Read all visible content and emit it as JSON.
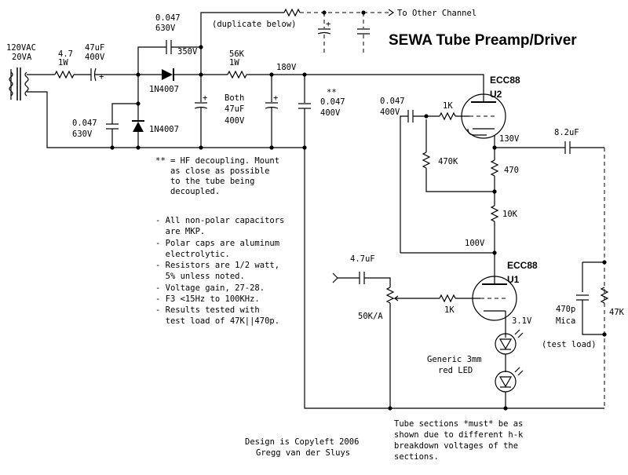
{
  "title": "SEWA Tube Preamp/Driver",
  "mains": {
    "line1": "120VAC",
    "line2": "20VA"
  },
  "components": {
    "r_in_value": "4.7",
    "r_in_rating": "1W",
    "c_in_value": "47uF",
    "c_in_rating": "400V",
    "c_bypass_top_value": "0.047",
    "c_bypass_top_rating": "630V",
    "c_bypass_left_value": "0.047",
    "c_bypass_left_rating": "630V",
    "diode_top": "1N4007",
    "diode_bottom": "1N4007",
    "r_56k_value": "56K",
    "r_56k_rating": "1W",
    "both_caps_1": "Both",
    "both_caps_2": "47uF",
    "both_caps_3": "400V",
    "c_hf_mark": "**",
    "c_hf_value": "0.047",
    "c_hf_rating": "400V",
    "c_fb_value": "0.047",
    "c_fb_rating": "400V",
    "r_grid_u2": "1K",
    "r_470k": "470K",
    "r_470": "470",
    "r_10k": "10K",
    "c_out": "8.2uF",
    "c_in_signal": "4.7uF",
    "pot": "50K/A",
    "r_grid_u1": "1K",
    "led_1": "Generic 3mm",
    "led_2": "red LED",
    "load_cap_1": "470p",
    "load_cap_2": "Mica",
    "load_res": "47K",
    "test_load": "(test load)"
  },
  "voltages": {
    "v350": "350V",
    "v180": "180V",
    "v130": "130V",
    "v100": "100V",
    "v3_1": "3.1V"
  },
  "tubes": {
    "u2_type": "ECC88",
    "u2_ref": "U2",
    "u1_type": "ECC88",
    "u1_ref": "U1"
  },
  "labels": {
    "other_channel": "To Other Channel",
    "duplicate": "(duplicate below)"
  },
  "notes": {
    "hf_note": [
      "** = HF decoupling. Mount",
      "   as close as possible",
      "   to the tube being",
      "   decoupled."
    ],
    "bullets": [
      "- All non-polar capacitors",
      "  are MKP.",
      "- Polar caps are aluminum",
      "  electrolytic.",
      "- Resistors are 1/2 watt,",
      "  5% unless noted.",
      "- Voltage gain, 27-28.",
      "- F3 <15Hz to 100KHz.",
      "- Results tested with",
      "  test load of 47K||470p."
    ],
    "tube_sections": [
      "Tube sections *must* be as",
      "shown due to different h-k",
      "breakdown voltages of the",
      "sections."
    ],
    "copyleft": [
      "Design is Copyleft 2006",
      "Gregg van der Sluys"
    ]
  }
}
